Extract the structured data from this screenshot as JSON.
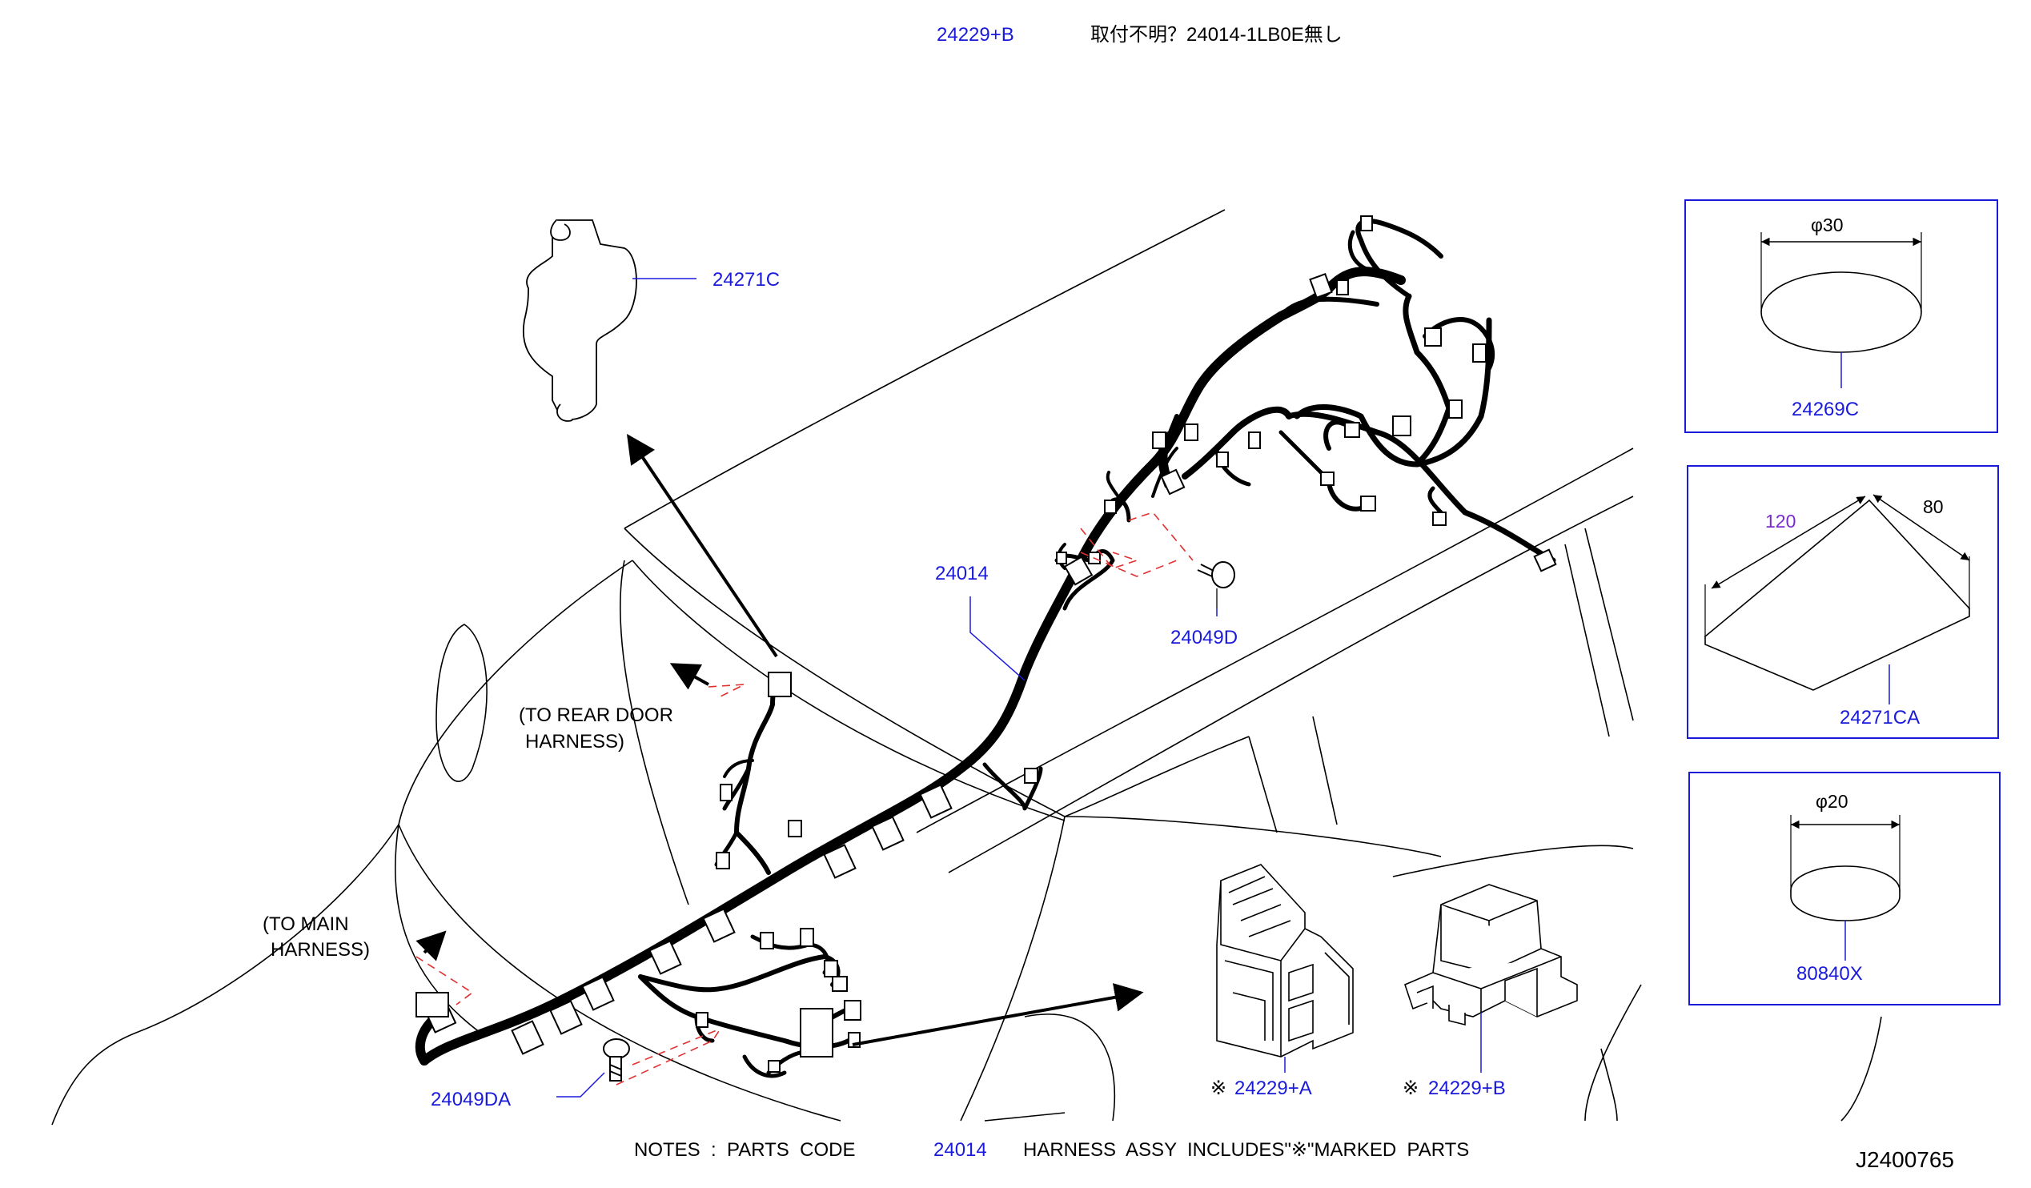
{
  "header": {
    "ref_code": "24229+B",
    "note_jp": "取付不明？24014-1LB0E無し"
  },
  "parts": {
    "bracket_24271C": "24271C",
    "harness_24014": "24014",
    "bolt_24049D": "24049D",
    "bolt_24049DA": "24049DA",
    "connector_A": "24229+A",
    "connector_B": "24229+B",
    "mark_A": "※",
    "mark_B": "※"
  },
  "callouts": {
    "rear_door_line1": "(TO  REAR  DOOR",
    "rear_door_line2": "HARNESS)",
    "main_line1": "(TO  MAIN",
    "main_line2": "HARNESS)"
  },
  "side_boxes": {
    "box1": {
      "dim": "φ30",
      "part": "24269C"
    },
    "box2": {
      "dim_w": "120",
      "dim_d": "80",
      "part": "24271CA"
    },
    "box3": {
      "dim": "φ20",
      "part": "80840X"
    }
  },
  "notes": {
    "prefix": "NOTES  :  PARTS  CODE",
    "code": "24014",
    "suffix": "HARNESS  ASSY  INCLUDES\"※\"MARKED  PARTS"
  },
  "diagram_id": "J2400765",
  "colors": {
    "part_link": "#1a1adb",
    "dimension_highlight": "#7a2bd0",
    "leader_dash": "#e03030",
    "line": "#000000"
  }
}
